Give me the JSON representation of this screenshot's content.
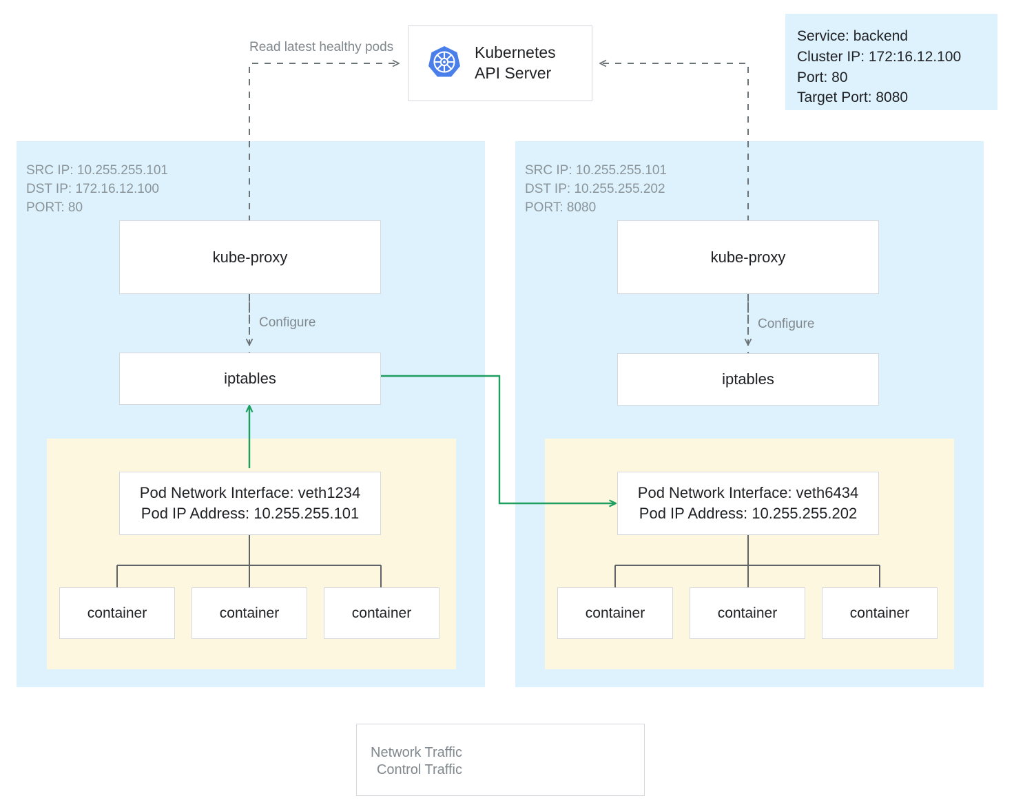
{
  "diagram": {
    "title": "Kubernetes kube-proxy iptables service routing",
    "colors": {
      "node_panel": "#ddf2fd",
      "pod_panel": "#fdf7e0",
      "network_traffic": "#1d9e5e",
      "control_traffic": "#6b7276",
      "box_border": "#d5d8dc",
      "k8s_logo": "#4a7ee8",
      "meta_text": "#8a9499",
      "body_text": "#202124"
    }
  },
  "api_server": {
    "title_line1": "Kubernetes",
    "title_line2": "API Server",
    "logo_name": "kubernetes-logo"
  },
  "service_info": {
    "line1": "Service: backend",
    "line2": "Cluster IP: 172:16.12.100",
    "line3": "Port: 80",
    "line4": "Target Port: 8080"
  },
  "edge_labels": {
    "read_pods": "Read latest healthy pods",
    "configure_left": "Configure",
    "configure_right": "Configure"
  },
  "nodes": [
    {
      "id": "left",
      "meta": {
        "src_ip": "SRC IP: 10.255.255.101",
        "dst_ip": "DST IP: 172.16.12.100",
        "port": "PORT: 80"
      },
      "kube_proxy_label": "kube-proxy",
      "iptables_label": "iptables",
      "pod": {
        "interface_line": "Pod Network Interface: veth1234",
        "ip_line": "Pod IP Address: 10.255.255.101",
        "containers": [
          "container",
          "container",
          "container"
        ]
      }
    },
    {
      "id": "right",
      "meta": {
        "src_ip": "SRC IP: 10.255.255.101",
        "dst_ip": "DST IP: 10.255.255.202",
        "port": "PORT: 8080"
      },
      "kube_proxy_label": "kube-proxy",
      "iptables_label": "iptables",
      "pod": {
        "interface_line": "Pod Network Interface: veth6434",
        "ip_line": "Pod IP Address: 10.255.255.202",
        "containers": [
          "container",
          "container",
          "container"
        ]
      }
    }
  ],
  "legend": {
    "items": [
      {
        "label": "Network Traffic",
        "style": "solid",
        "color": "#1d9e5e"
      },
      {
        "label": "Control Traffic",
        "style": "dashed",
        "color": "#6b7276"
      }
    ]
  }
}
